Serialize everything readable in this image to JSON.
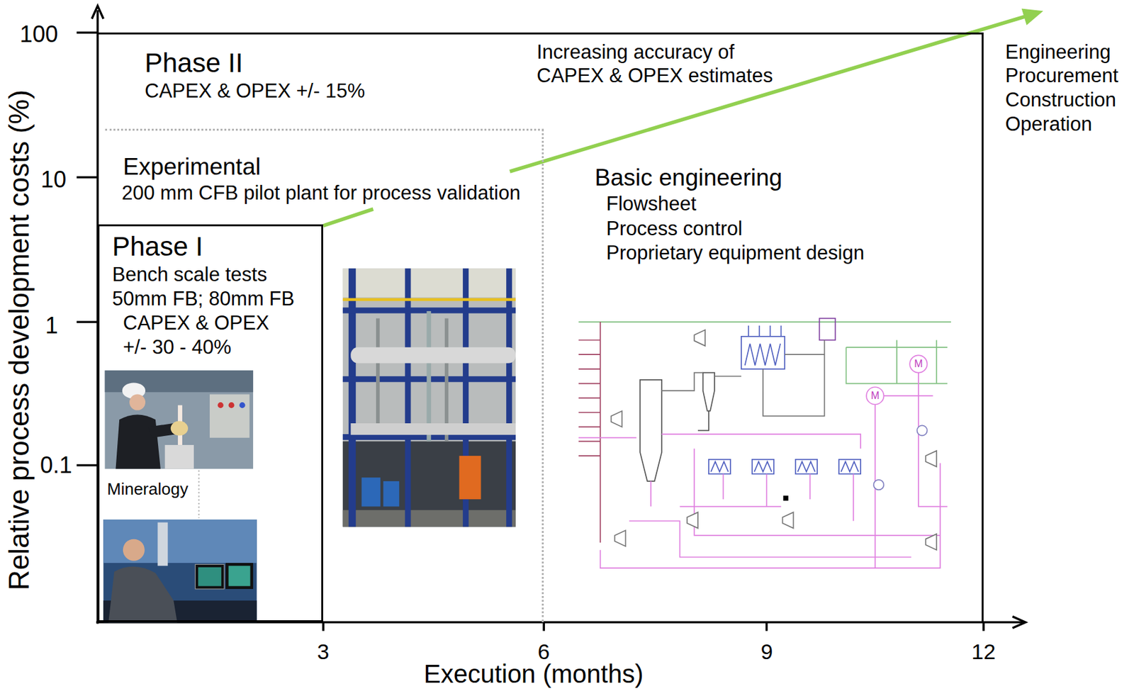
{
  "diagram": {
    "nodes": [
      {
        "text": [
          "Phase II",
          "CAPEX & OPEX +/- 15%"
        ]
      },
      {
        "text": [
          "Experimental",
          "200 mm CFB pilot plant for process validation"
        ],
        "in": 0
      },
      {
        "text": [
          "Phase I",
          "Bench scale tests 50mm FB; 80mm FB",
          "CAPEX & OPEX +/- 30 - 40%"
        ],
        "in": 0
      }
    ],
    "labels": [
      "Increasing accuracy of CAPEX & OPEX estimates",
      "Basic engineering",
      "Flowsheet",
      "Process control",
      "Proprietary equipment design",
      "Engineering",
      "Procurement",
      "Construction",
      "Operation",
      "Mineralogy",
      "100",
      "10",
      "1",
      "0.1",
      "3",
      "6",
      "9",
      "12",
      "Execution (months)",
      "Relative process development costs (%)",
      "M",
      "M"
    ]
  }
}
